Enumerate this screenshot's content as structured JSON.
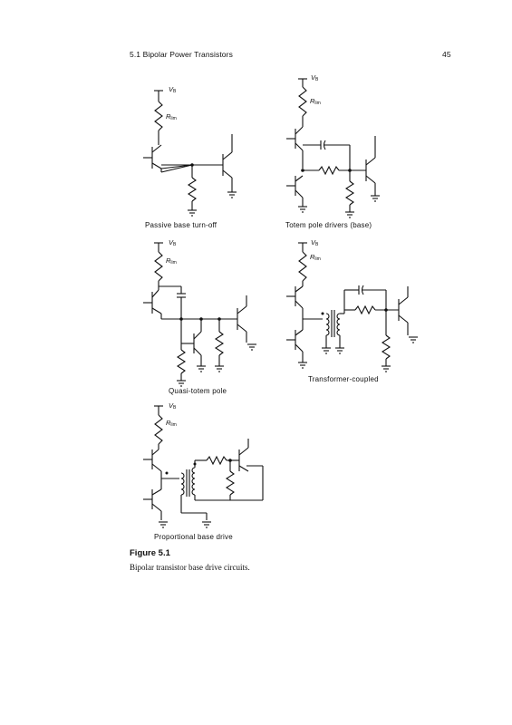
{
  "header": {
    "section_title": "5.1 Bipolar Power Transistors",
    "page_number": "45"
  },
  "labels": {
    "vb": "V",
    "vb_sub": "B",
    "rlim": "R",
    "rlim_sub": "lim"
  },
  "circuits": [
    {
      "caption": "Passive base turn-off"
    },
    {
      "caption": "Totem pole drivers (base)"
    },
    {
      "caption": "Quasi-totem pole"
    },
    {
      "caption": "Transformer-coupled"
    },
    {
      "caption": "Proportional base drive"
    }
  ],
  "figure": {
    "label": "Figure 5.1",
    "caption": "Bipolar transistor base drive circuits."
  }
}
